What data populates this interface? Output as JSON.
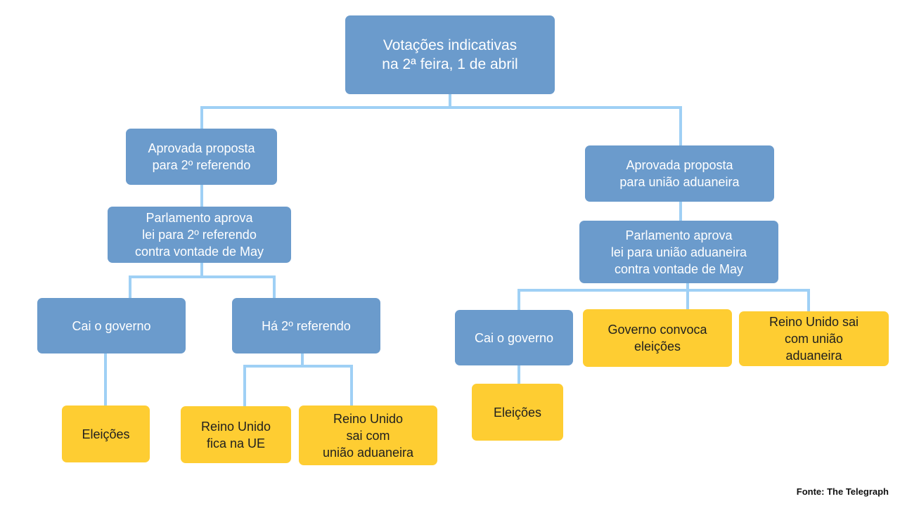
{
  "diagram": {
    "root": {
      "label": "Votações indicativas\nna 2ª feira, 1 de abril"
    },
    "left": {
      "approved": {
        "label": "Aprovada proposta\npara 2º referendo"
      },
      "parliament": {
        "label": "Parlamento aprova\nlei para 2º referendo\ncontra vontade de May"
      },
      "gov_falls": {
        "label": "Cai o governo"
      },
      "elections": {
        "label": "Eleições"
      },
      "referendum": {
        "label": "Há 2º referendo"
      },
      "uk_stays": {
        "label": "Reino Unido\nfica na UE"
      },
      "uk_leaves_customs": {
        "label": "Reino Unido\nsai com\nunião aduaneira"
      }
    },
    "right": {
      "approved": {
        "label": "Aprovada proposta\npara união aduaneira"
      },
      "parliament": {
        "label": "Parlamento aprova\nlei para união aduaneira\ncontra vontade de May"
      },
      "gov_falls": {
        "label": "Cai o governo"
      },
      "elections": {
        "label": "Eleições"
      },
      "gov_calls_elections": {
        "label": "Governo convoca\neleições"
      },
      "uk_leaves_customs": {
        "label": "Reino Unido sai\ncom união\naduaneira"
      }
    }
  },
  "source": "Fonte: The Telegraph",
  "colors": {
    "decision_box": "#6b9bcc",
    "outcome_box": "#fecd32",
    "connector": "#9fd0f5"
  }
}
